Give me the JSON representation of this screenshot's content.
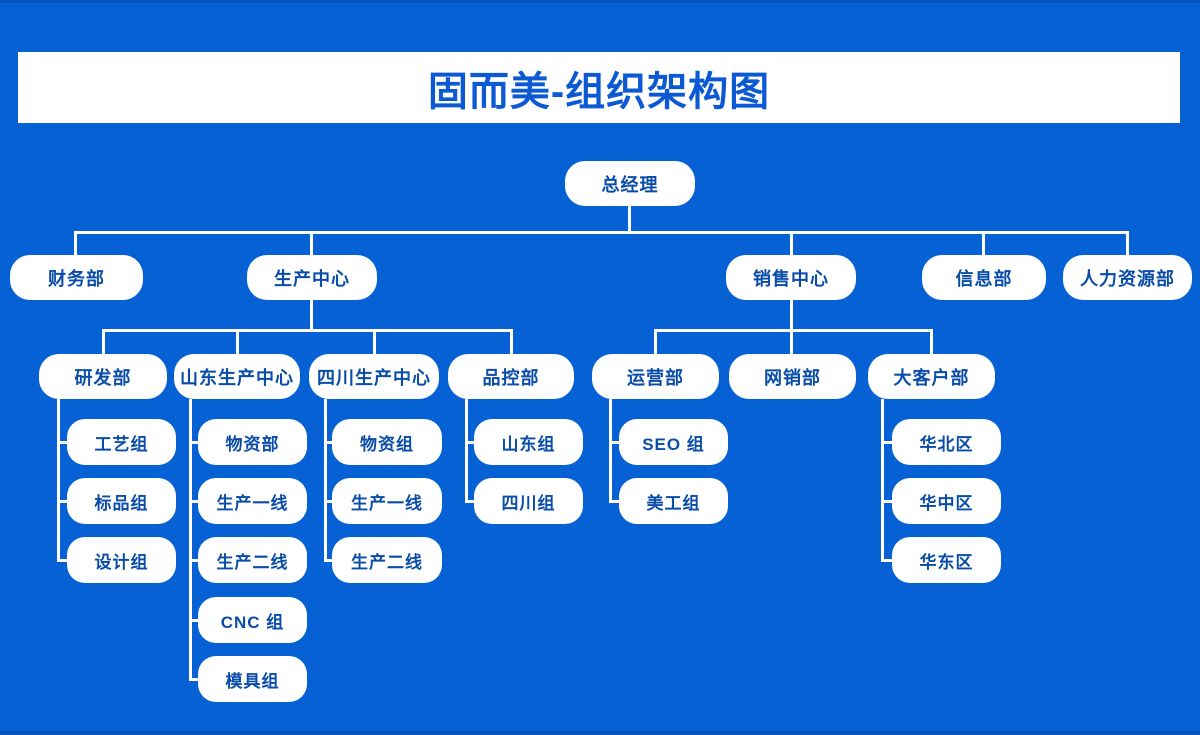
{
  "title": "固而美-组织架构图",
  "colors": {
    "background": "#0561d4",
    "edge_strip": "#0454bc",
    "banner_background": "#ffffff",
    "title_text": "#0b5ad4",
    "node_background": "#ffffff",
    "node_text": "#0a4da8",
    "connector_line": "#ffffff"
  },
  "org": {
    "root": {
      "label": "总经理",
      "children": [
        {
          "label": "财务部",
          "children": []
        },
        {
          "label": "生产中心",
          "children": [
            {
              "label": "研发部",
              "children": [
                {
                  "label": "工艺组"
                },
                {
                  "label": "标品组"
                },
                {
                  "label": "设计组"
                }
              ]
            },
            {
              "label": "山东生产中心",
              "children": [
                {
                  "label": "物资部"
                },
                {
                  "label": "生产一线"
                },
                {
                  "label": "生产二线"
                },
                {
                  "label": "CNC 组"
                },
                {
                  "label": "模具组"
                }
              ]
            },
            {
              "label": "四川生产中心",
              "children": [
                {
                  "label": "物资组"
                },
                {
                  "label": "生产一线"
                },
                {
                  "label": "生产二线"
                }
              ]
            },
            {
              "label": "品控部",
              "children": [
                {
                  "label": "山东组"
                },
                {
                  "label": "四川组"
                }
              ]
            }
          ]
        },
        {
          "label": "销售中心",
          "children": [
            {
              "label": "运营部",
              "children": [
                {
                  "label": "SEO 组"
                },
                {
                  "label": "美工组"
                }
              ]
            },
            {
              "label": "网销部",
              "children": []
            },
            {
              "label": "大客户部",
              "children": [
                {
                  "label": "华北区"
                },
                {
                  "label": "华中区"
                },
                {
                  "label": "华东区"
                }
              ]
            }
          ]
        },
        {
          "label": "信息部",
          "children": []
        },
        {
          "label": "人力资源部",
          "children": []
        }
      ]
    }
  }
}
